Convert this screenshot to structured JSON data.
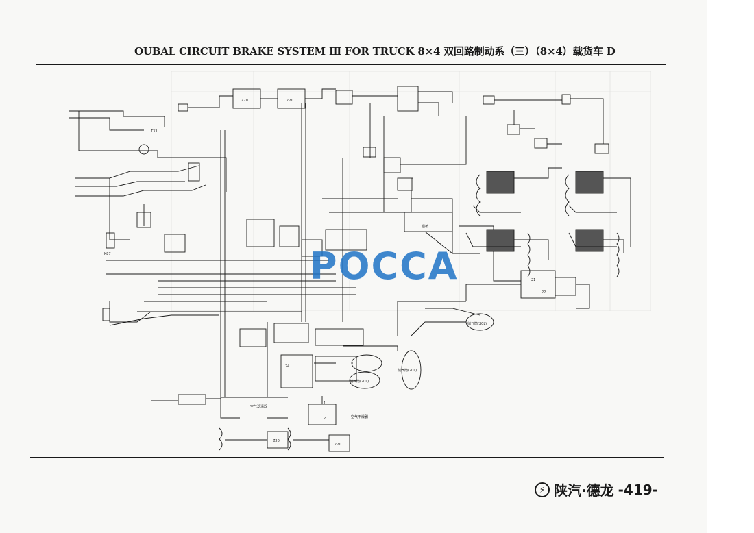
{
  "header": {
    "title": "OUBAL CIRCUIT BRAKE SYSTEM Ⅲ FOR TRUCK 8×4 双回路制动系（三）（8×4）载货车 D"
  },
  "watermark": {
    "text": "POCCA",
    "color": "#1f74c7"
  },
  "footer": {
    "brand": "陕汽·德龙",
    "page_number": "-419-"
  },
  "diagram": {
    "labels": {
      "tag_t33": "T33",
      "tag_z20_top": "Z20",
      "tag_z20_mid": "Z20",
      "tag_z20_bottom_left": "Z20",
      "tag_z20_bottom_right": "Z20",
      "tag_k87": "K87",
      "tag_1": "1",
      "tag_2": "2",
      "tag_21": "21",
      "tag_22": "22",
      "tag_24": "24",
      "callout_dryer": "空气干燥器",
      "callout_rear_axle": "后桥",
      "callout_front": "空气滤清器",
      "callout_tank_left": "储气筒(20L)",
      "callout_tank_right": "储气筒(20L)",
      "callout_tank_mid": "储气筒(20L)"
    },
    "colors": {
      "ink": "#1a1a1a",
      "paper": "#f8f8f6"
    }
  }
}
